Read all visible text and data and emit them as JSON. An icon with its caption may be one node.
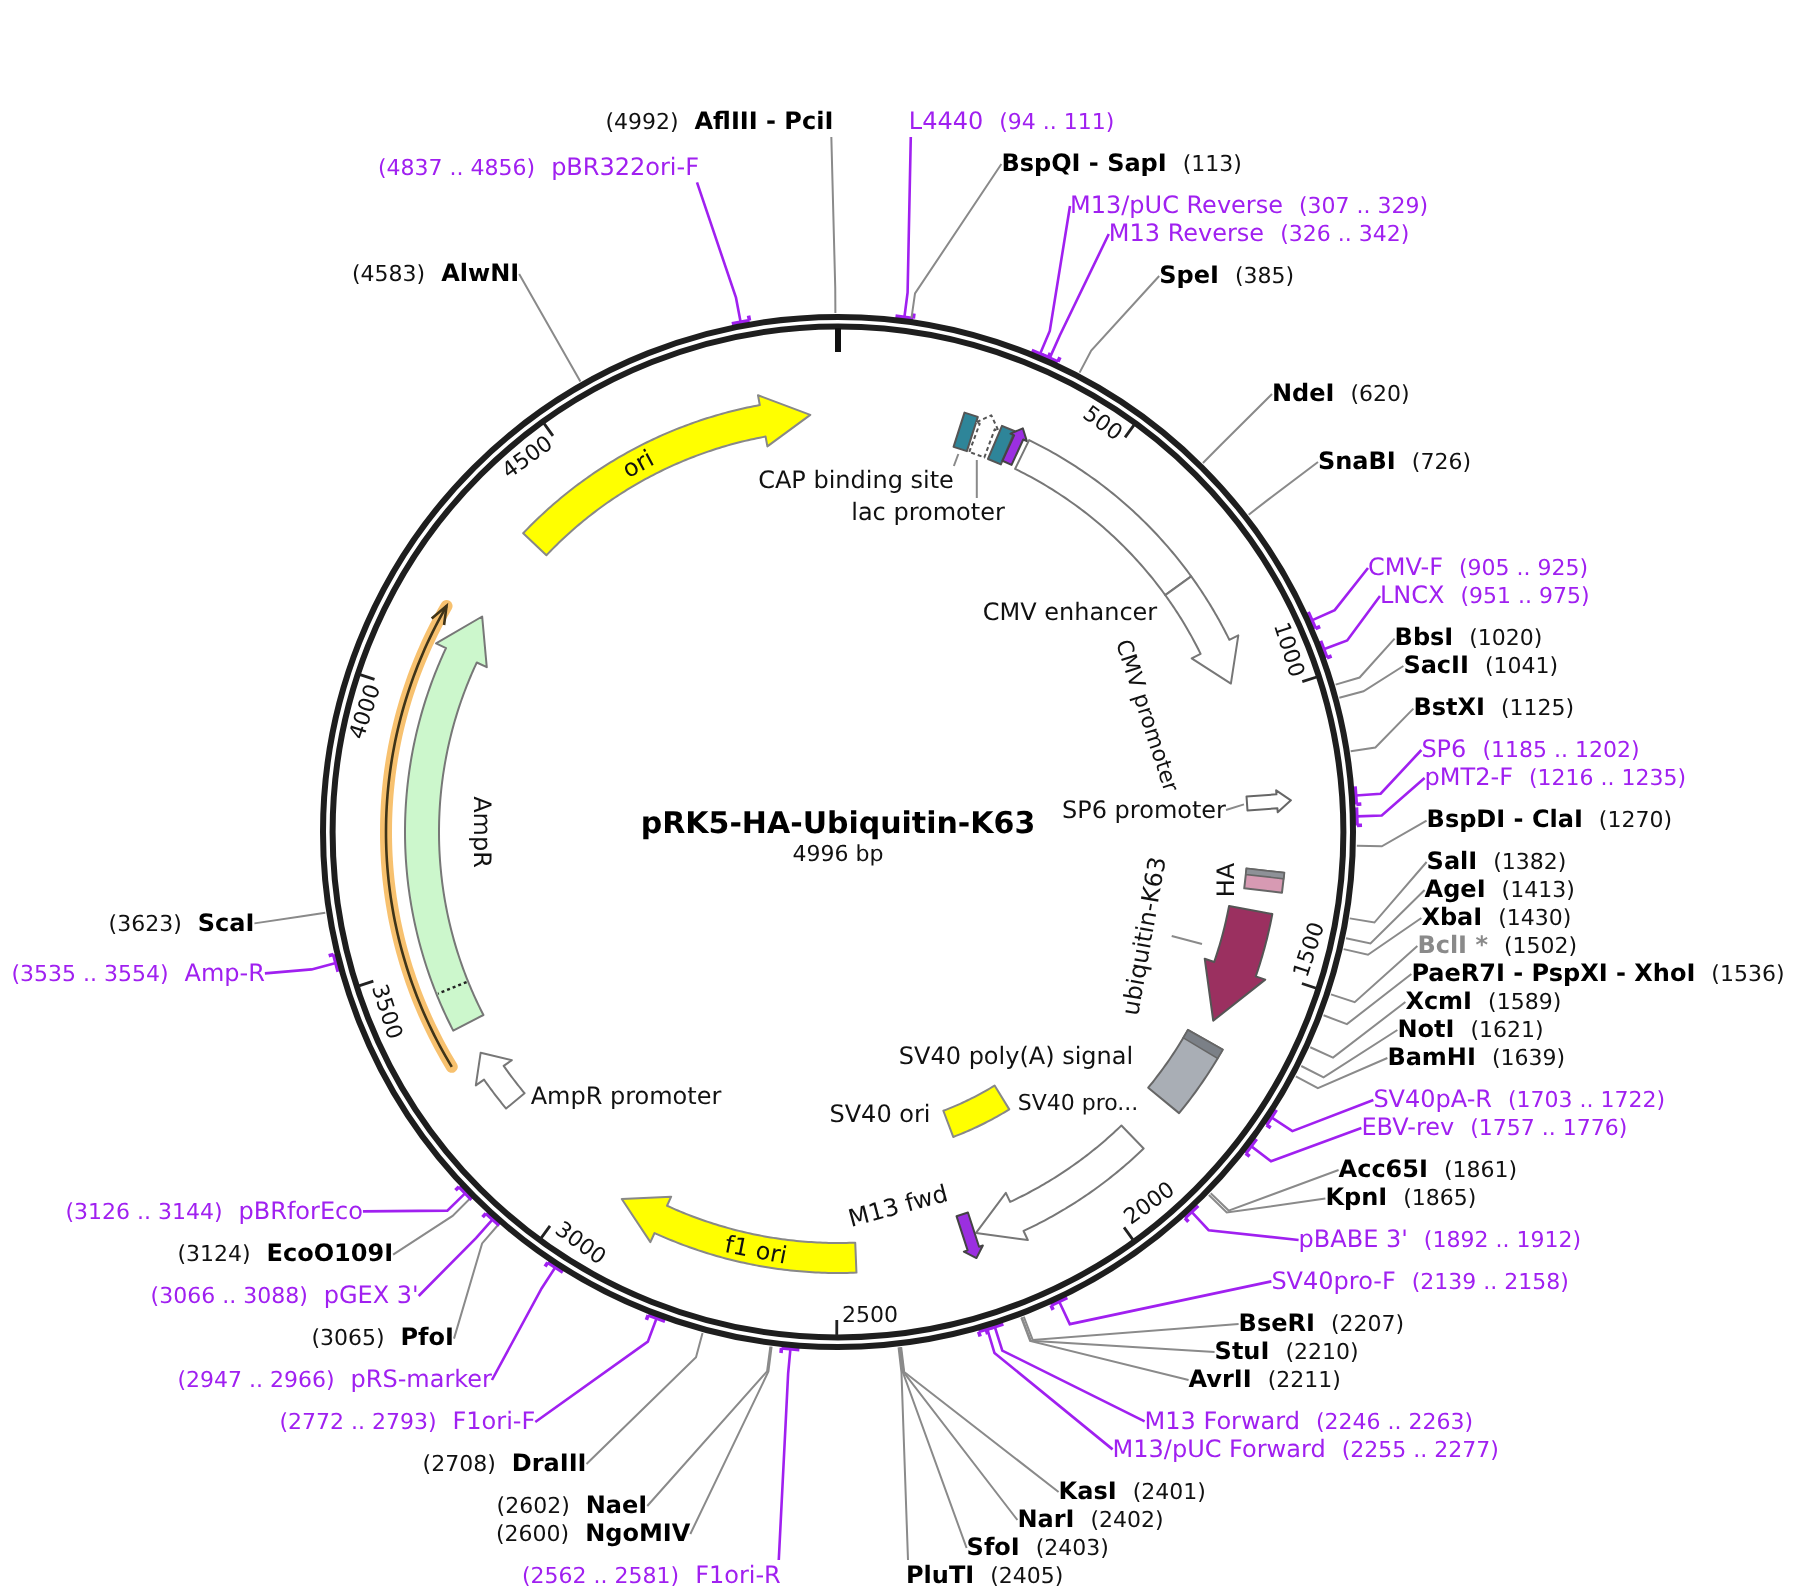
{
  "diagram": {
    "nodes": [
      {
        "text": [
          "pRK5-HA-Ubiquitin-K63",
          "4996 bp"
        ]
      },
      {
        "text": [],
        "shape": "box",
        "in": 0
      },
      {
        "text": [
          "CAP binding site"
        ],
        "in": 0
      },
      {
        "text": [],
        "shape": "arrow",
        "in": 0
      },
      {
        "text": [
          "lac promoter"
        ],
        "in": 0
      },
      {
        "text": [],
        "shape": "box",
        "in": 0
      },
      {
        "text": [],
        "shape": "arrow",
        "in": 0
      },
      {
        "text": [
          "CMV enhancer"
        ],
        "in": 0
      },
      {
        "text": [
          "CMV promoter"
        ],
        "in": 0
      },
      {
        "text": [],
        "shape": "arrow",
        "in": 0
      },
      {
        "text": [
          "SP6 promoter"
        ],
        "in": 0
      },
      {
        "text": [
          "HA"
        ],
        "in": 0
      },
      {
        "text": [],
        "shape": "arrow",
        "in": 0
      },
      {
        "text": [
          "ubiquitin-K63"
        ],
        "in": 0
      },
      {
        "text": [
          "SV40 poly(A) signal"
        ],
        "in": 0
      },
      {
        "text": [
          "SV40 pro..."
        ],
        "in": 0
      },
      {
        "text": [
          "SV40 ori"
        ],
        "in": 0
      },
      {
        "text": [
          "M13 fwd"
        ],
        "in": 0
      },
      {
        "text": [
          "f1 ori"
        ],
        "in": 0
      },
      {
        "text": [
          "AmpR promoter"
        ],
        "in": 0
      },
      {
        "text": [
          "AmpR"
        ],
        "in": 0
      },
      {
        "text": [],
        "shape": "arrow",
        "in": 0
      },
      {
        "text": [
          "ori"
        ],
        "in": 0
      },
      {
        "text": [
          "L4440",
          "(94 .. 111)"
        ]
      },
      {
        "text": [
          "BspQI - SapI",
          "(113)"
        ]
      },
      {
        "text": [
          "M13/pUC Reverse",
          "(307 .. 329)"
        ]
      },
      {
        "text": [
          "M13 Reverse",
          "(326 .. 342)"
        ]
      },
      {
        "text": [
          "SpeI",
          "(385)"
        ]
      },
      {
        "text": [
          "NdeI",
          "(620)"
        ]
      },
      {
        "text": [
          "SnaBI",
          "(726)"
        ]
      },
      {
        "text": [
          "CMV-F",
          "(905 .. 925)"
        ]
      },
      {
        "text": [
          "LNCX",
          "(951 .. 975)"
        ]
      },
      {
        "text": [
          "BbsI",
          "(1020)"
        ]
      },
      {
        "text": [
          "SacII",
          "(1041)"
        ]
      },
      {
        "text": [
          "BstXI",
          "(1125)"
        ]
      },
      {
        "text": [
          "SP6",
          "(1185 .. 1202)"
        ]
      },
      {
        "text": [
          "pMT2-F",
          "(1216 .. 1235)"
        ]
      },
      {
        "text": [
          "BspDI - ClaI",
          "(1270)"
        ]
      },
      {
        "text": [
          "SalI",
          "(1382)"
        ]
      },
      {
        "text": [
          "AgeI",
          "(1413)"
        ]
      },
      {
        "text": [
          "XbaI",
          "(1430)"
        ]
      },
      {
        "text": [
          "BclI *",
          "(1502)"
        ]
      },
      {
        "text": [
          "PaeR7I - PspXI - XhoI",
          "(1536)"
        ]
      },
      {
        "text": [
          "XcmI",
          "(1589)"
        ]
      },
      {
        "text": [
          "NotI",
          "(1621)"
        ]
      },
      {
        "text": [
          "BamHI",
          "(1639)"
        ]
      },
      {
        "text": [
          "SV40pA-R",
          "(1703 .. 1722)"
        ]
      },
      {
        "text": [
          "EBV-rev",
          "(1757 .. 1776)"
        ]
      },
      {
        "text": [
          "Acc65I",
          "(1861)"
        ]
      },
      {
        "text": [
          "KpnI",
          "(1865)"
        ]
      },
      {
        "text": [
          "pBABE 3'",
          "(1892 .. 1912)"
        ]
      },
      {
        "text": [
          "SV40pro-F",
          "(2139 .. 2158)"
        ]
      },
      {
        "text": [
          "BseRI",
          "(2207)"
        ]
      },
      {
        "text": [
          "StuI",
          "(2210)"
        ]
      },
      {
        "text": [
          "AvrII",
          "(2211)"
        ]
      },
      {
        "text": [
          "M13 Forward",
          "(2246 .. 2263)"
        ]
      },
      {
        "text": [
          "M13/pUC Forward",
          "(2255 .. 2277)"
        ]
      },
      {
        "text": [
          "KasI",
          "(2401)"
        ]
      },
      {
        "text": [
          "NarI",
          "(2402)"
        ]
      },
      {
        "text": [
          "SfoI",
          "(2403)"
        ]
      },
      {
        "text": [
          "PluTI",
          "(2405)"
        ]
      },
      {
        "text": [
          "(2562 .. 2581)",
          "F1ori-R"
        ]
      },
      {
        "text": [
          "(2600)",
          "NgoMIV"
        ]
      },
      {
        "text": [
          "(2602)",
          "NaeI"
        ]
      },
      {
        "text": [
          "(2708)",
          "DraIII"
        ]
      },
      {
        "text": [
          "(2772 .. 2793)",
          "F1ori-F"
        ]
      },
      {
        "text": [
          "(2947 .. 2966)",
          "pRS-marker"
        ]
      },
      {
        "text": [
          "(3065)",
          "PfoI"
        ]
      },
      {
        "text": [
          "(3066 .. 3088)",
          "pGEX 3'"
        ]
      },
      {
        "text": [
          "(3124)",
          "EcoO109I"
        ]
      },
      {
        "text": [
          "(3126 .. 3144)",
          "pBRforEco"
        ]
      },
      {
        "text": [
          "(3535 .. 3554)",
          "Amp-R"
        ]
      },
      {
        "text": [
          "(3623)",
          "ScaI"
        ]
      },
      {
        "text": [
          "(4583)",
          "AlwNI"
        ]
      },
      {
        "text": [
          "(4837 .. 4856)",
          "pBR322ori-F"
        ]
      },
      {
        "text": [
          "(4992)",
          "AflIII - PciI"
        ]
      }
    ],
    "edges": [
      {
        "from": 2,
        "to": 1,
        "arrow": "none"
      },
      {
        "from": 4,
        "to": 3,
        "arrow": "none"
      },
      {
        "from": 10,
        "to": 9,
        "arrow": "none"
      },
      {
        "from": 13,
        "to": 12,
        "arrow": "none"
      },
      {
        "from": 23,
        "to": 0,
        "arrow": "other",
        "color": "#a020f0"
      },
      {
        "from": 24,
        "to": 0,
        "arrow": "none"
      },
      {
        "from": 25,
        "to": 0,
        "arrow": "other",
        "color": "#a020f0"
      },
      {
        "from": 26,
        "to": 0,
        "arrow": "other",
        "color": "#a020f0"
      },
      {
        "from": 27,
        "to": 0,
        "arrow": "none"
      },
      {
        "from": 28,
        "to": 0,
        "arrow": "none"
      },
      {
        "from": 29,
        "to": 0,
        "arrow": "none"
      },
      {
        "from": 30,
        "to": 0,
        "arrow": "other",
        "color": "#a020f0"
      },
      {
        "from": 31,
        "to": 0,
        "arrow": "other",
        "color": "#a020f0"
      },
      {
        "from": 32,
        "to": 0,
        "arrow": "none"
      },
      {
        "from": 33,
        "to": 0,
        "arrow": "none"
      },
      {
        "from": 34,
        "to": 0,
        "arrow": "none"
      },
      {
        "from": 35,
        "to": 0,
        "arrow": "other",
        "color": "#a020f0"
      },
      {
        "from": 36,
        "to": 0,
        "arrow": "other",
        "color": "#a020f0"
      },
      {
        "from": 37,
        "to": 0,
        "arrow": "none"
      },
      {
        "from": 38,
        "to": 0,
        "arrow": "none"
      },
      {
        "from": 39,
        "to": 0,
        "arrow": "none"
      },
      {
        "from": 40,
        "to": 0,
        "arrow": "none"
      },
      {
        "from": 41,
        "to": 0,
        "arrow": "none"
      },
      {
        "from": 42,
        "to": 0,
        "arrow": "none"
      },
      {
        "from": 43,
        "to": 0,
        "arrow": "none"
      },
      {
        "from": 44,
        "to": 0,
        "arrow": "none"
      },
      {
        "from": 45,
        "to": 0,
        "arrow": "none"
      },
      {
        "from": 46,
        "to": 0,
        "arrow": "other",
        "color": "#a020f0"
      },
      {
        "from": 47,
        "to": 0,
        "arrow": "other",
        "color": "#a020f0"
      },
      {
        "from": 48,
        "to": 0,
        "arrow": "none"
      },
      {
        "from": 49,
        "to": 0,
        "arrow": "none"
      },
      {
        "from": 50,
        "to": 0,
        "arrow": "other",
        "color": "#a020f0"
      },
      {
        "from": 51,
        "to": 0,
        "arrow": "other",
        "color": "#a020f0"
      },
      {
        "from": 52,
        "to": 0,
        "arrow": "none"
      },
      {
        "from": 53,
        "to": 0,
        "arrow": "none"
      },
      {
        "from": 54,
        "to": 0,
        "arrow": "none"
      },
      {
        "from": 55,
        "to": 0,
        "arrow": "other",
        "color": "#a020f0"
      },
      {
        "from": 56,
        "to": 0,
        "arrow": "other",
        "color": "#a020f0"
      },
      {
        "from": 57,
        "to": 0,
        "arrow": "none"
      },
      {
        "from": 58,
        "to": 0,
        "arrow": "none"
      },
      {
        "from": 59,
        "to": 0,
        "arrow": "none"
      },
      {
        "from": 60,
        "to": 0,
        "arrow": "none"
      },
      {
        "from": 61,
        "to": 0,
        "arrow": "other",
        "color": "#a020f0"
      },
      {
        "from": 62,
        "to": 0,
        "arrow": "none"
      },
      {
        "from": 63,
        "to": 0,
        "arrow": "none"
      },
      {
        "from": 64,
        "to": 0,
        "arrow": "none"
      },
      {
        "from": 65,
        "to": 0,
        "arrow": "other",
        "color": "#a020f0"
      },
      {
        "from": 66,
        "to": 0,
        "arrow": "other",
        "color": "#a020f0"
      },
      {
        "from": 67,
        "to": 0,
        "arrow": "none"
      },
      {
        "from": 68,
        "to": 0,
        "arrow": "other",
        "color": "#a020f0"
      },
      {
        "from": 69,
        "to": 0,
        "arrow": "none"
      },
      {
        "from": 70,
        "to": 0,
        "arrow": "other",
        "color": "#a020f0"
      },
      {
        "from": 71,
        "to": 0,
        "arrow": "other",
        "color": "#a020f0"
      },
      {
        "from": 72,
        "to": 0,
        "arrow": "none"
      },
      {
        "from": 73,
        "to": 0,
        "arrow": "none"
      },
      {
        "from": 74,
        "to": 0,
        "arrow": "other",
        "color": "#a020f0"
      },
      {
        "from": 75,
        "to": 0,
        "arrow": "none"
      }
    ],
    "labels": [
      "500",
      "1000",
      "1500",
      "2000",
      "2500",
      "3000",
      "3500",
      "4000",
      "4500"
    ]
  }
}
